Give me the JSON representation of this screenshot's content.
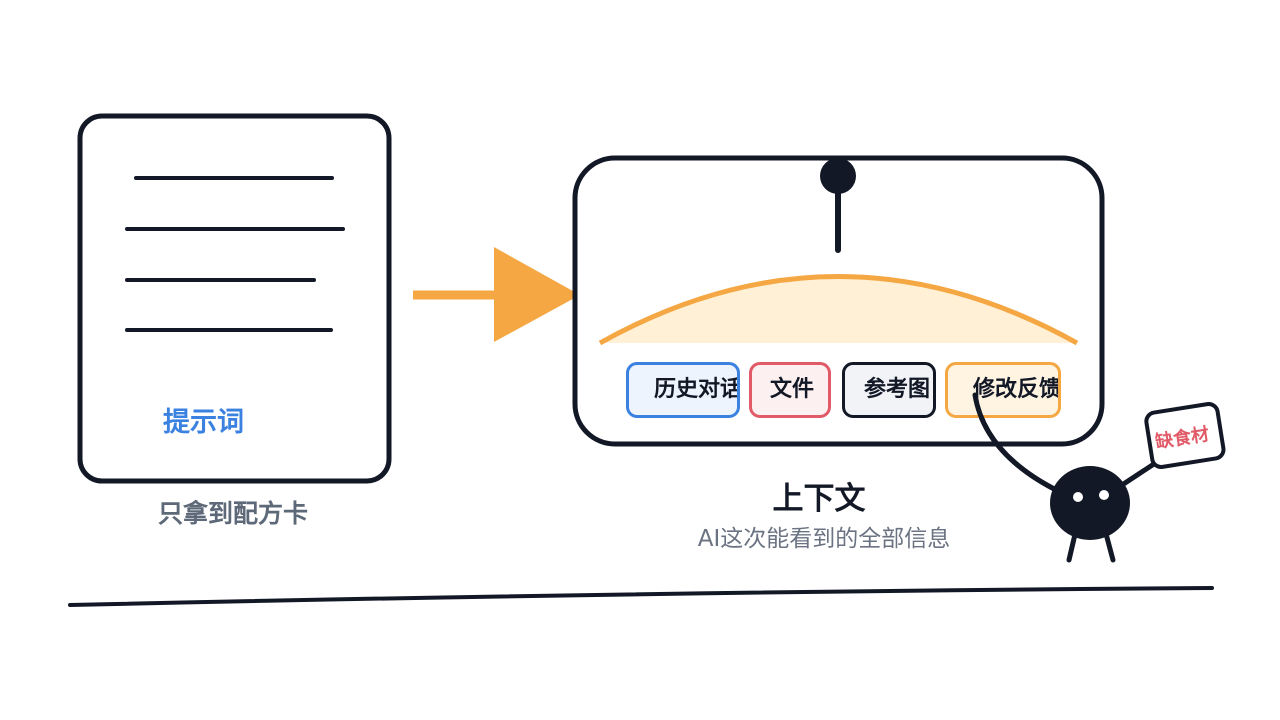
{
  "prompt_card": {
    "label": "提示词",
    "caption": "只拿到配方卡"
  },
  "context_panel": {
    "title": "上下文",
    "subtitle": "AI这次能看到的全部信息",
    "chips": [
      {
        "label": "历史对话",
        "color": "#3b82e0"
      },
      {
        "label": "文件",
        "color": "#e05a68"
      },
      {
        "label": "参考图",
        "color": "#121826"
      },
      {
        "label": "修改反馈",
        "color": "#f4a742"
      }
    ]
  },
  "character": {
    "sign_label": "缺食材"
  },
  "colors": {
    "ink": "#121826",
    "arrow": "#f4a742",
    "prompt_blue": "#3b82e0",
    "sign_red": "#e05a68",
    "dome_fill": "#fff0d6"
  }
}
